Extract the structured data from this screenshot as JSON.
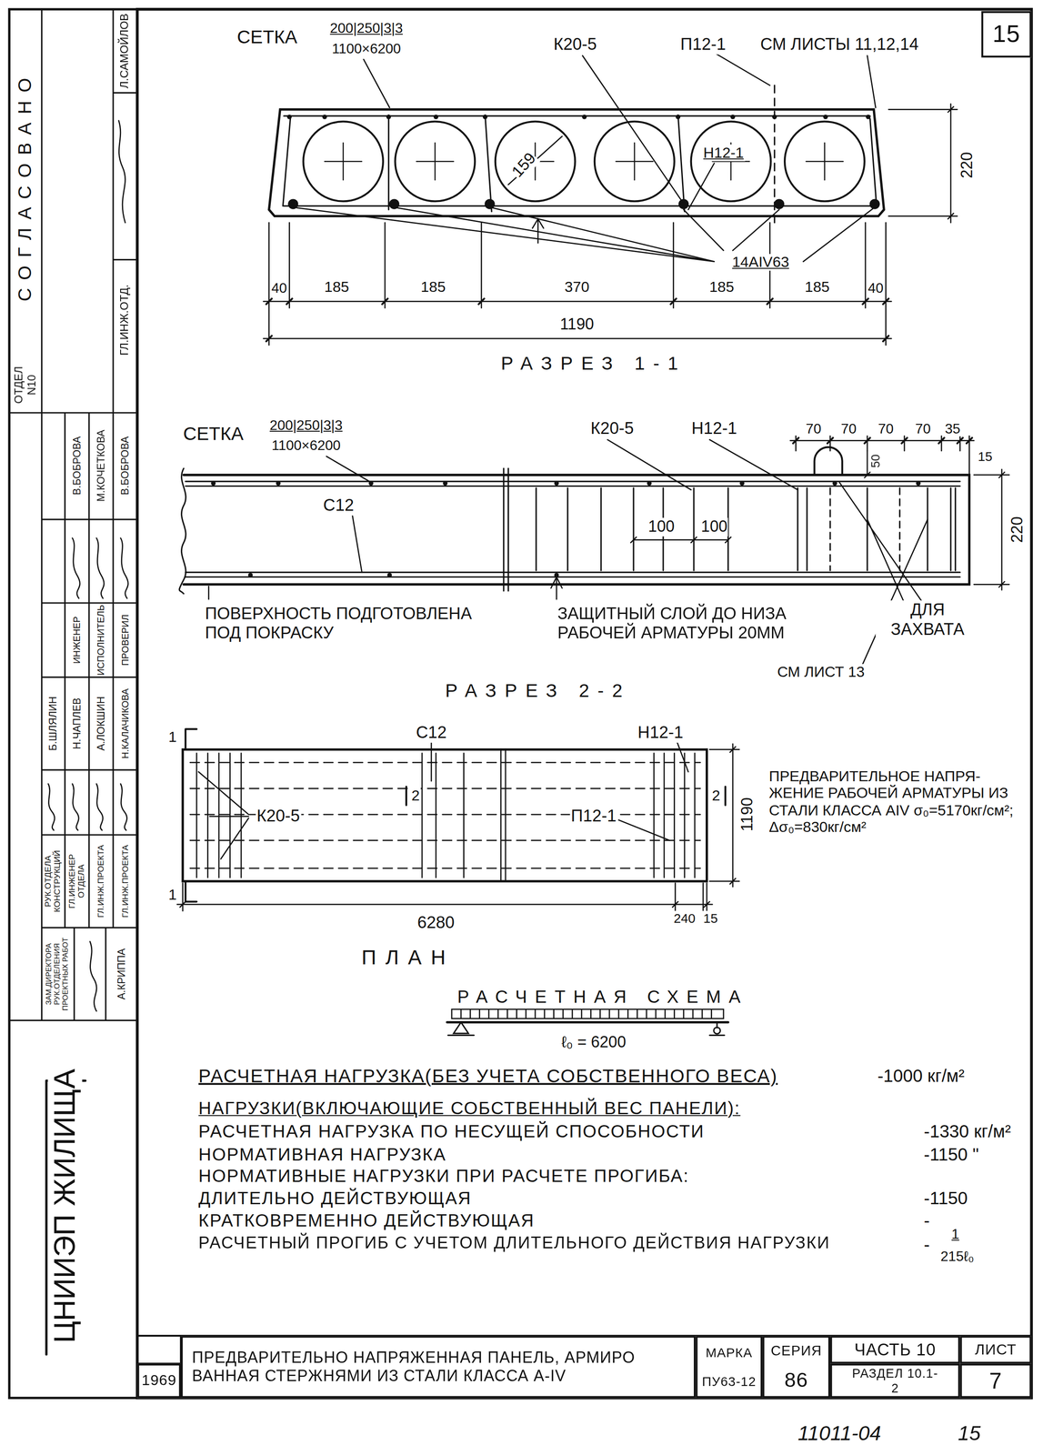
{
  "diagram": {
    "nodes": [
      {
        "text": [
          "15"
        ]
      },
      {
        "text": [
          "1969"
        ]
      },
      {
        "text": [
          "ПРЕДВАРИТЕЛЬНО НАПРЯЖЕННАЯ ПАНЕЛЬ, АРМИРО ВАННАЯ СТЕРЖНЯМИ ИЗ СТАЛИ КЛАССА А-IV"
        ]
      },
      {
        "text": [
          "МАРКА",
          "ПУ63-12"
        ]
      },
      {
        "text": [
          "СЕРИЯ",
          "86"
        ]
      },
      {
        "text": [
          "ЧАСТЬ 10"
        ]
      },
      {
        "text": [
          "РАЗДЕЛ 10.1-2"
        ]
      },
      {
        "text": [
          "ЛИСТ"
        ]
      },
      {
        "text": [
          "7"
        ]
      }
    ],
    "labels": [
      "СЕТКА",
      "200|250|3|3",
      "1100×6200",
      "К20-5",
      "П12-1",
      "СМ ЛИСТЫ 11,12,14",
      "159",
      "Н12-1",
      "220",
      "14АIV63",
      "40",
      "185",
      "185",
      "370",
      "185",
      "185",
      "40",
      "1190",
      "РАЗРЕЗ 1-1",
      "СЕТКА",
      "200|250|3|3",
      "1100×6200",
      "К20-5",
      "Н12-1",
      "70",
      "70",
      "70",
      "70",
      "35",
      "15",
      "50",
      "100",
      "100",
      "220",
      "С12",
      "ПОВЕРХНОСТЬ ПОДГОТОВЛЕНА ПОД ПОКРАСКУ",
      "ЗАЩИТНЫЙ СЛОЙ ДО НИЗА РАБОЧЕЙ АРМАТУРЫ 20ММ",
      "РАЗРЕЗ 2-2",
      "СМ ЛИСТ 13",
      "ДЛЯ ЗАХВАТА",
      "1",
      "1",
      "С12",
      "Н12-1",
      "К20-5",
      "2",
      "П12-1",
      "2",
      "1190",
      "6280",
      "240",
      "15",
      "ПЛАН",
      "ПРЕДВАРИТЕЛЬНОЕ НАПРЯ- ЖЕНИЕ РАБОЧЕЙ АРМАТУРЫ ИЗ СТАЛИ КЛАССА АIV σ₀=5170кг/см²; Δσ₀=830кг/см²",
      "РАСЧЕТНАЯ СХЕМА",
      "ℓ₀ = 6200",
      "РАСЧЕТНАЯ НАГРУЗКА(БЕЗ УЧЕТА СОБСТВЕННОГО ВЕСА)",
      "-1000 кг/м²",
      "НАГРУЗКИ(ВКЛЮЧАЮЩИЕ СОБСТВЕННЫЙ ВЕС ПАНЕЛИ):",
      "РАСЧЕТНАЯ НАГРУЗКА ПО НЕСУЩЕЙ СПОСОБНОСТИ",
      "-1330 кг/м²",
      "НОРМАТИВНАЯ НАГРУЗКА",
      "-1150 \"",
      "НОРМАТИВНЫЕ НАГРУЗКИ ПРИ РАСЧЕТЕ ПРОГИБА:",
      "ДЛИТЕЛЬНО ДЕЙСТВУЮЩАЯ",
      "-1150",
      "КРАТКОВРЕМЕННО ДЕЙСТВУЮЩАЯ",
      "-",
      "РАСЧЕТНЫЙ ПРОГИБ С УЧЕТОМ ДЛИТЕЛЬНОГО ДЕЙСТВИЯ НАГРУЗКИ",
      "-",
      "1",
      "215ℓ₀",
      "11011-04",
      "15",
      "СОГЛАСОВАНО",
      "ОТДЕЛ N10",
      "ГЛ.ИНЖ.ОТД.",
      "Л.САМОЙЛОВ",
      "В.БОБРОВА",
      "М.КОЧЕТКОВА",
      "В.БОБРОВА",
      "ИНЖЕНЕР",
      "ИСПОЛНИТЕЛЬ",
      "ПРОВЕРИЛ",
      "Б.ШЛЯЛИН",
      "Н.ЧАПЛЕВ",
      "А.ЛОКШИН",
      "Н.КАЛАЧИКОВА",
      "РУК.ОТДЕЛА КОНСТРУКЦИЙ",
      "ГЛ.ИНЖЕНЕР ОТДЕЛА",
      "ГЛ.ИНЖ.ПРОЕКТА",
      "ГЛ.ИНЖ.ПРОЕКТА",
      "ЗАМ.ДИРЕКТОРА РУК.ОТДЕЛЕНИЯ ПРОЕКТНЫХ РАБОТ",
      "А.КРИППА",
      "ЦНИИЭП ЖИЛИЩА"
    ]
  }
}
